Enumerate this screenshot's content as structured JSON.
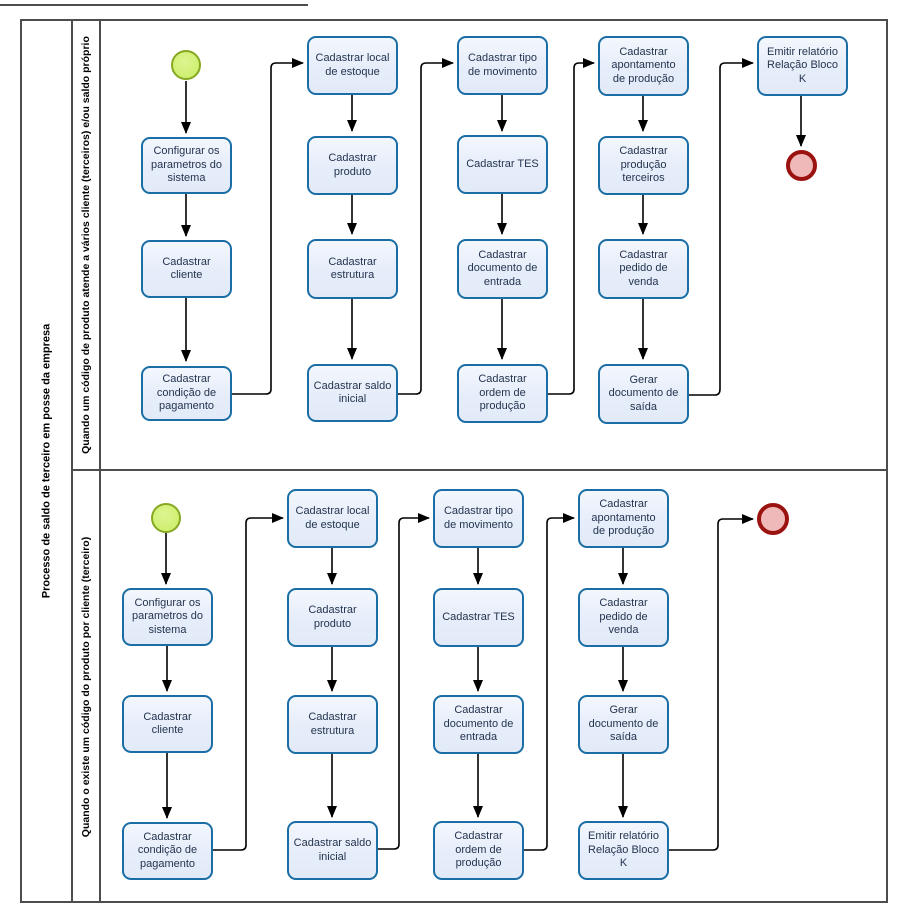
{
  "pool": {
    "title": "Processo de saldo de terceiro em posse da empresa",
    "lanes": [
      {
        "label": "Quando um código de produto atende a vários cliente (terceiros) e/ou saldo próprio",
        "tasks": [
          "Configurar os parametros do sistema",
          "Cadastrar cliente",
          "Cadastrar condição de pagamento",
          "Cadastrar local de estoque",
          "Cadastrar produto",
          "Cadastrar estrutura",
          "Cadastrar saldo inicial",
          "Cadastrar tipo de movimento",
          "Cadastrar TES",
          "Cadastrar documento de entrada",
          "Cadastrar ordem de produção",
          "Cadastrar apontamento de produção",
          "Cadastrar produção terceiros",
          "Cadastrar pedido de venda",
          "Gerar documento de saída",
          "Emitir relatório Relação Bloco K"
        ]
      },
      {
        "label": "Quando o existe um código do produto por cliente (terceiro)",
        "tasks": [
          "Configurar os parametros do sistema",
          "Cadastrar cliente",
          "Cadastrar condição de pagamento",
          "Cadastrar local de estoque",
          "Cadastrar produto",
          "Cadastrar estrutura",
          "Cadastrar saldo inicial",
          "Cadastrar tipo de movimento",
          "Cadastrar TES",
          "Cadastrar documento de entrada",
          "Cadastrar ordem de produção",
          "Cadastrar apontamento de produção",
          "Cadastrar pedido de venda",
          "Gerar documento de saída",
          "Emitir relatório Relação Bloco K"
        ]
      }
    ]
  },
  "colors": {
    "task_fill": "#e8eefa",
    "task_border": "#1b6da5",
    "task_text": "#24344f",
    "start_event_fill": "#cdee66",
    "start_event_border": "#86a823",
    "end_event_fill": "#f0b9b9",
    "end_event_border": "#9b1310",
    "connector": "#000000",
    "frame": "#4d4d4d"
  }
}
